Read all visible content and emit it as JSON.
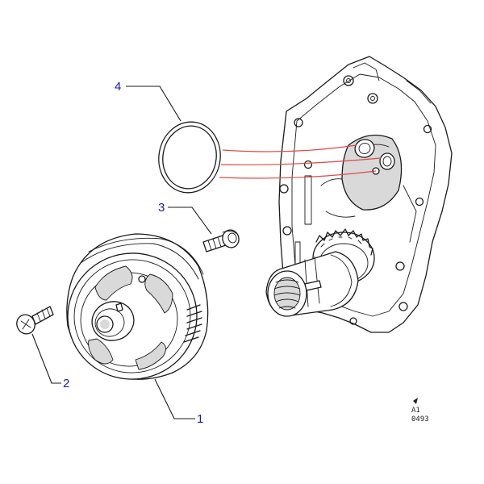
{
  "callouts": [
    {
      "number": "1",
      "part": "pulley"
    },
    {
      "number": "2",
      "part": "bolt"
    },
    {
      "number": "3",
      "part": "bolt"
    },
    {
      "number": "4",
      "part": "o-ring"
    }
  ],
  "reference": {
    "line1": "A1",
    "line2": "0493"
  },
  "colors": {
    "callout": "#1a1aa8",
    "ink": "#1a1a1a",
    "assembly_lines": "#e04848"
  }
}
